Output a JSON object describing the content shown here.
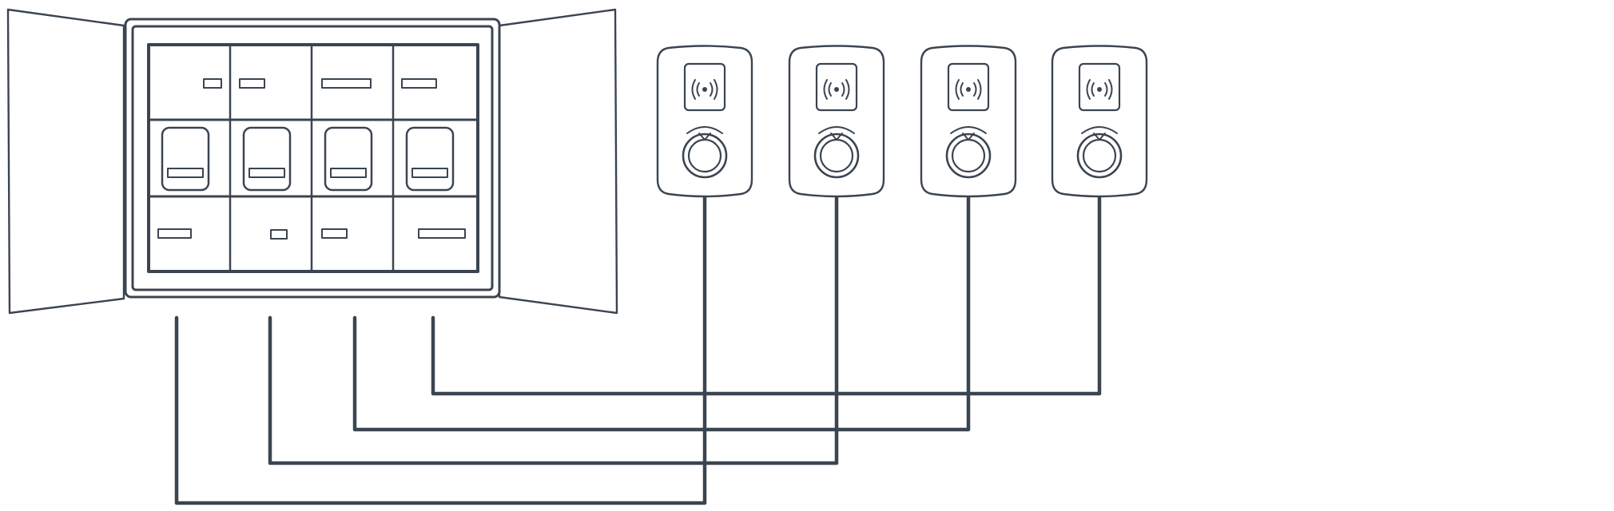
{
  "diagram": {
    "colors": {
      "ink": "#3b4550",
      "background": "#ffffff"
    },
    "distribution_board": {
      "rows": 3,
      "columns": 4,
      "middle_row_has_breakers": true
    },
    "chargers": {
      "count": 4,
      "icons": [
        "rfid-icon",
        "charging-socket-icon"
      ]
    },
    "connections": [
      {
        "from": "board-outlet-1",
        "to": "charger-1"
      },
      {
        "from": "board-outlet-2",
        "to": "charger-2"
      },
      {
        "from": "board-outlet-3",
        "to": "charger-3"
      },
      {
        "from": "board-outlet-4",
        "to": "charger-4"
      }
    ]
  }
}
